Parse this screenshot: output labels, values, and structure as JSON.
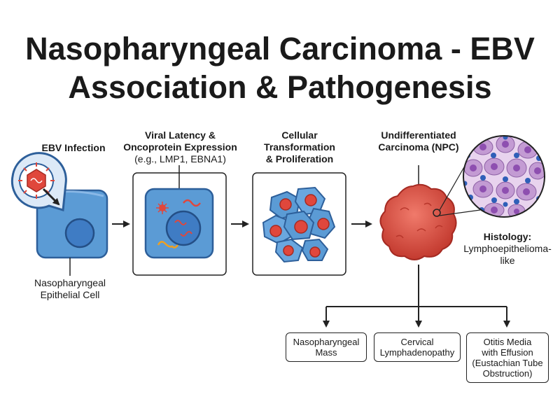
{
  "title": {
    "line1": "Nasopharyngeal Carcinoma - EBV",
    "line2": "Association & Pathogenesis"
  },
  "stages": {
    "infection": {
      "label": "EBV Infection",
      "cell_label_1": "Nasopharyngeal",
      "cell_label_2": "Epithelial Cell"
    },
    "latency": {
      "label_1": "Viral Latency &",
      "label_2": "Oncoprotein Expression",
      "label_3": "(e.g., LMP1, EBNA1)"
    },
    "transformation": {
      "label_1": "Cellular",
      "label_2": "Transformation",
      "label_3": "& Proliferation"
    },
    "carcinoma": {
      "label_1": "Undifferentiated",
      "label_2": "Carcinoma (NPC)"
    },
    "histology": {
      "heading": "Histology:",
      "line_1": "Lymphoepithelioma-",
      "line_2": "like"
    }
  },
  "outcomes": [
    {
      "line_1": "Nasopharyngeal",
      "line_2": "Mass"
    },
    {
      "line_1": "Cervical",
      "line_2": "Lymphadenopathy"
    },
    {
      "line_1": "Otitis Media",
      "line_2": "with Effusion",
      "line_3": "(Eustachian Tube",
      "line_4": "Obstruction)"
    }
  ],
  "colors": {
    "cell_blue": "#5b9bd5",
    "cell_stroke": "#2d5f9a",
    "nucleus_blue": "#3f7cc4",
    "virus_red": "#e0473c",
    "tumor_red": "#d94a3d",
    "histology_purple": "#c9a6d6",
    "arrow": "#222222"
  }
}
